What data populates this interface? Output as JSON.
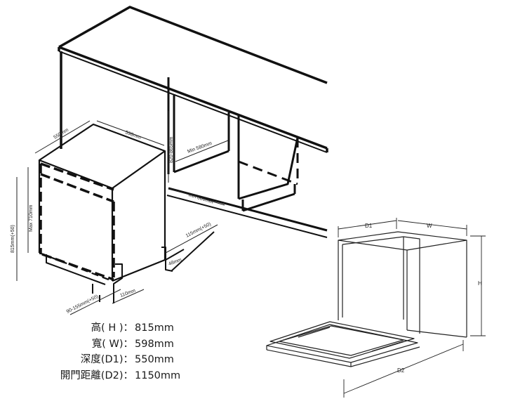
{
  "install_diagram": {
    "labels": {
      "depth": "550mm",
      "width": "598mm",
      "cabinet_height": "820-865mm",
      "min_580": "Min 580mm",
      "min_600": "Min 600mm",
      "plinth": "115mm(+50)",
      "gap_48": "48mm",
      "height_815": "815mm(+50)",
      "max_710": "Max 710mm",
      "toe_kick": "90-155mm(+50)",
      "gap_110": "110mm"
    }
  },
  "open_diagram": {
    "labels": {
      "d1": "D1",
      "w": "W",
      "h": "H",
      "d2": "D2"
    }
  },
  "specs": [
    {
      "label": "高( H )：",
      "value": "815mm"
    },
    {
      "label": "寬( W)：",
      "value": "598mm"
    },
    {
      "label": "深度(D1)：",
      "value": "550mm"
    },
    {
      "label": "開門距離(D2)：",
      "value": "1150mm"
    }
  ]
}
